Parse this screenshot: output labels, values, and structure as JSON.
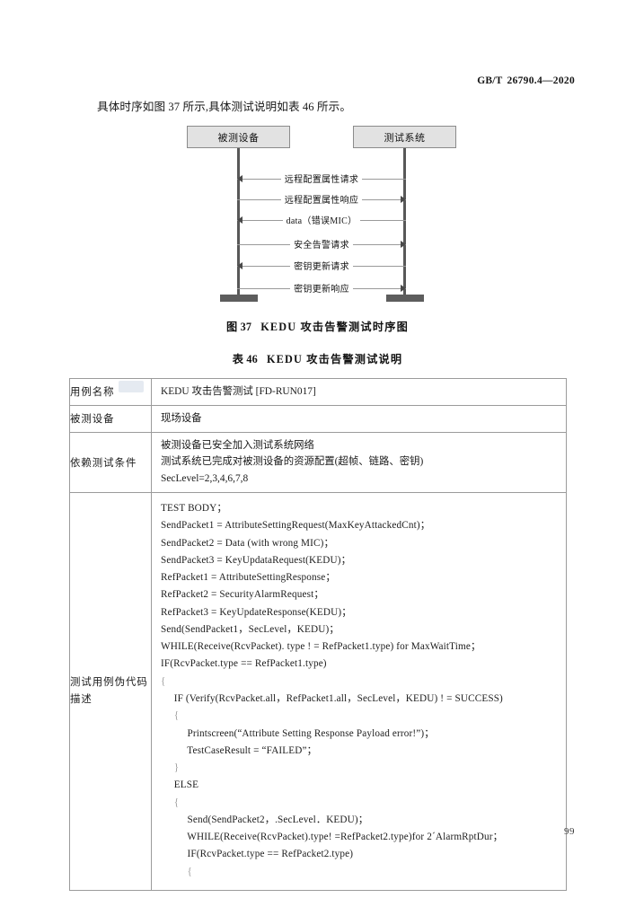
{
  "header": {
    "standard_prefix": "GB/T",
    "standard_number": "26790.4—2020"
  },
  "intro": {
    "paragraph": "具体时序如图 37 所示,具体测试说明如表 46 所示。"
  },
  "sequence_diagram": {
    "participants": [
      {
        "id": "dut",
        "label": "被测设备"
      },
      {
        "id": "tester",
        "label": "测试系统"
      }
    ],
    "messages": [
      {
        "label": "远程配置属性请求",
        "direction": "to-left"
      },
      {
        "label": "远程配置属性响应",
        "direction": "to-right"
      },
      {
        "label": "data（错误MIC）",
        "direction": "to-left"
      },
      {
        "label": "安全告警请求",
        "direction": "to-right"
      },
      {
        "label": "密钥更新请求",
        "direction": "to-left"
      },
      {
        "label": "密钥更新响应",
        "direction": "to-right"
      }
    ]
  },
  "figure_caption": {
    "number": "图 37",
    "text": "KEDU 攻击告警测试时序图"
  },
  "table_caption": {
    "number": "表 46",
    "text": "KEDU 攻击告警测试说明"
  },
  "case_table": {
    "rows": [
      {
        "label": "用例名称",
        "label_lines": [
          "用例名称"
        ],
        "value_lines": [
          "KEDU 攻击告警测试 [FD-RUN017]"
        ]
      },
      {
        "label": "被测设备",
        "label_lines": [
          "被测设备"
        ],
        "value_lines": [
          "现场设备"
        ]
      },
      {
        "label": "依赖测试条件",
        "label_lines": [
          "依赖测试条件"
        ],
        "value_lines": [
          "被测设备已安全加入测试系统网络",
          "测试系统已完成对被测设备的资源配置(超帧、链路、密钥)",
          "SecLevel=2,3,4,6,7,8"
        ]
      }
    ],
    "code_row": {
      "label_lines": [
        "测试用例伪代码",
        "描述"
      ],
      "code_lines": [
        "TEST BODY；",
        "SendPacket1 = AttributeSettingRequest(MaxKeyAttackedCnt)；",
        "SendPacket2 = Data (with wrong MIC)；",
        "SendPacket3 = KeyUpdataRequest(KEDU)；",
        "RefPacket1 = AttributeSettingResponse；",
        "RefPacket2 = SecurityAlarmRequest；",
        "RefPacket3 = KeyUpdateResponse(KEDU)；",
        "Send(SendPacket1，SecLevel，KEDU)；",
        "WHILE(Receive(RcvPacket). type ! = RefPacket1.type) for MaxWaitTime；",
        "IF(RcvPacket.type == RefPacket1.type)",
        "{",
        "     IF (Verify(RcvPacket.all，RefPacket1.all，SecLevel，KEDU) ! = SUCCESS)",
        "     {",
        "          Printscreen(“Attribute Setting Response Payload error!”)；",
        "          TestCaseResult = “FAILED”；",
        "     }",
        "     ELSE",
        "     {",
        "          Send(SendPacket2，.SecLevel．KEDU)；",
        "          WHILE(Receive(RcvPacket).type! =RefPacket2.type)for 2´AlarmRptDur；",
        "          IF(RcvPacket.type == RefPacket2.type)",
        "          {"
      ]
    }
  },
  "footer": {
    "page_number": "99"
  }
}
